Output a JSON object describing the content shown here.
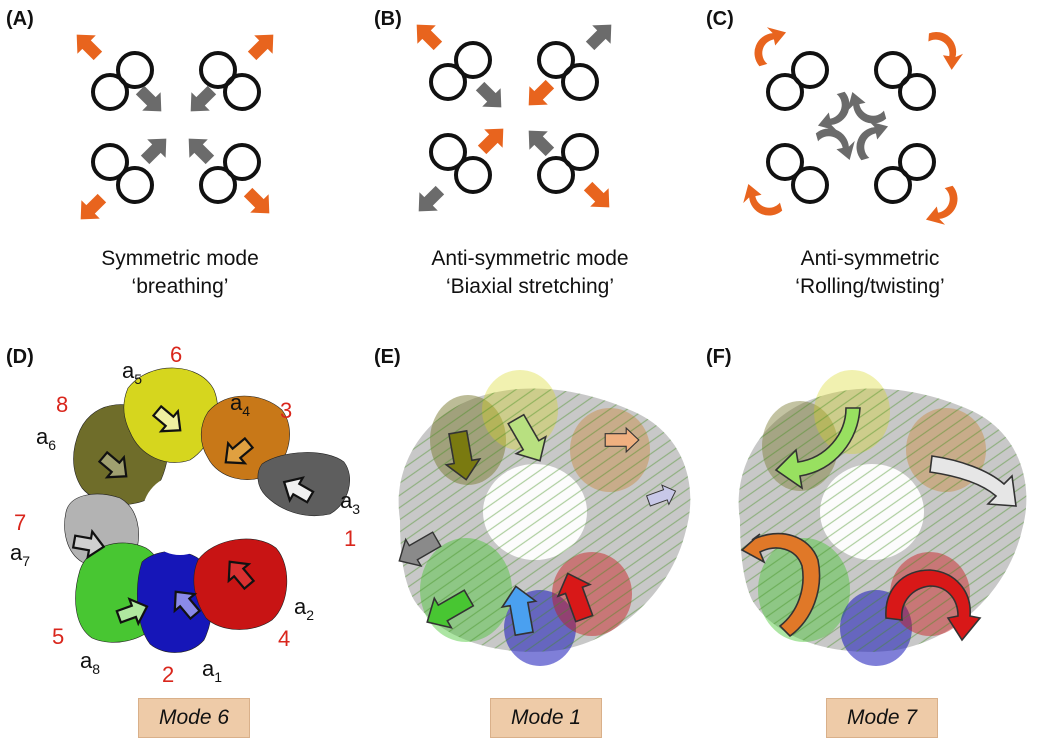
{
  "panels": {
    "A": {
      "label": "(A)",
      "caption_line1": "Symmetric mode",
      "caption_line2": "‘breathing’"
    },
    "B": {
      "label": "(B)",
      "caption_line1": "Anti-symmetric mode",
      "caption_line2": "‘Biaxial stretching’"
    },
    "C": {
      "label": "(C)",
      "caption_line1": "Anti-symmetric",
      "caption_line2": "‘Rolling/twisting’"
    },
    "D": {
      "label": "(D)",
      "mode": "Mode 6"
    },
    "E": {
      "label": "(E)",
      "mode": "Mode 1"
    },
    "F": {
      "label": "(F)",
      "mode": "Mode 7"
    }
  },
  "subunits": {
    "letter": "a",
    "indices": [
      "5",
      "4",
      "6",
      "3",
      "7",
      "8",
      "2",
      "1"
    ],
    "red_numbers": [
      "6",
      "3",
      "8",
      "1",
      "7",
      "4",
      "5",
      "2"
    ]
  },
  "colors": {
    "orange_arrow": "#e8641e",
    "gray_arrow": "#6b6b6b",
    "yellow": "#d6d61e",
    "orange": "#c87818",
    "olive": "#6f6d2a",
    "gray": "#6e6e6e",
    "light_gray": "#b3b3b3",
    "green": "#48c632",
    "blue": "#1616b8",
    "red": "#c81414",
    "mode_box": "#eecba8"
  }
}
